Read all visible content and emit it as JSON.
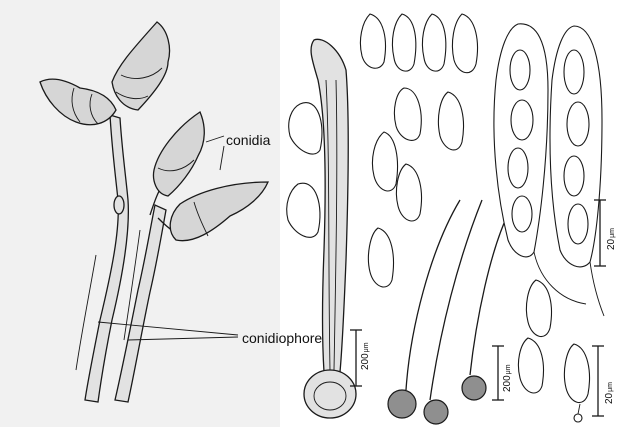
{
  "labels": {
    "conidia": "conidia",
    "conidiophores": "conidiophores",
    "scale_a": "200",
    "scale_a_unit": "μm",
    "scale_b": "200",
    "scale_b_unit": "μm",
    "scale_c": "20",
    "scale_c_unit": "μm",
    "scale_d": "20",
    "scale_d_unit": "μm"
  },
  "colors": {
    "ink": "#1a1a1a",
    "left_background": "#f1f1f1",
    "right_background": "#ffffff",
    "conidium_fill": "#d6d6d6"
  }
}
